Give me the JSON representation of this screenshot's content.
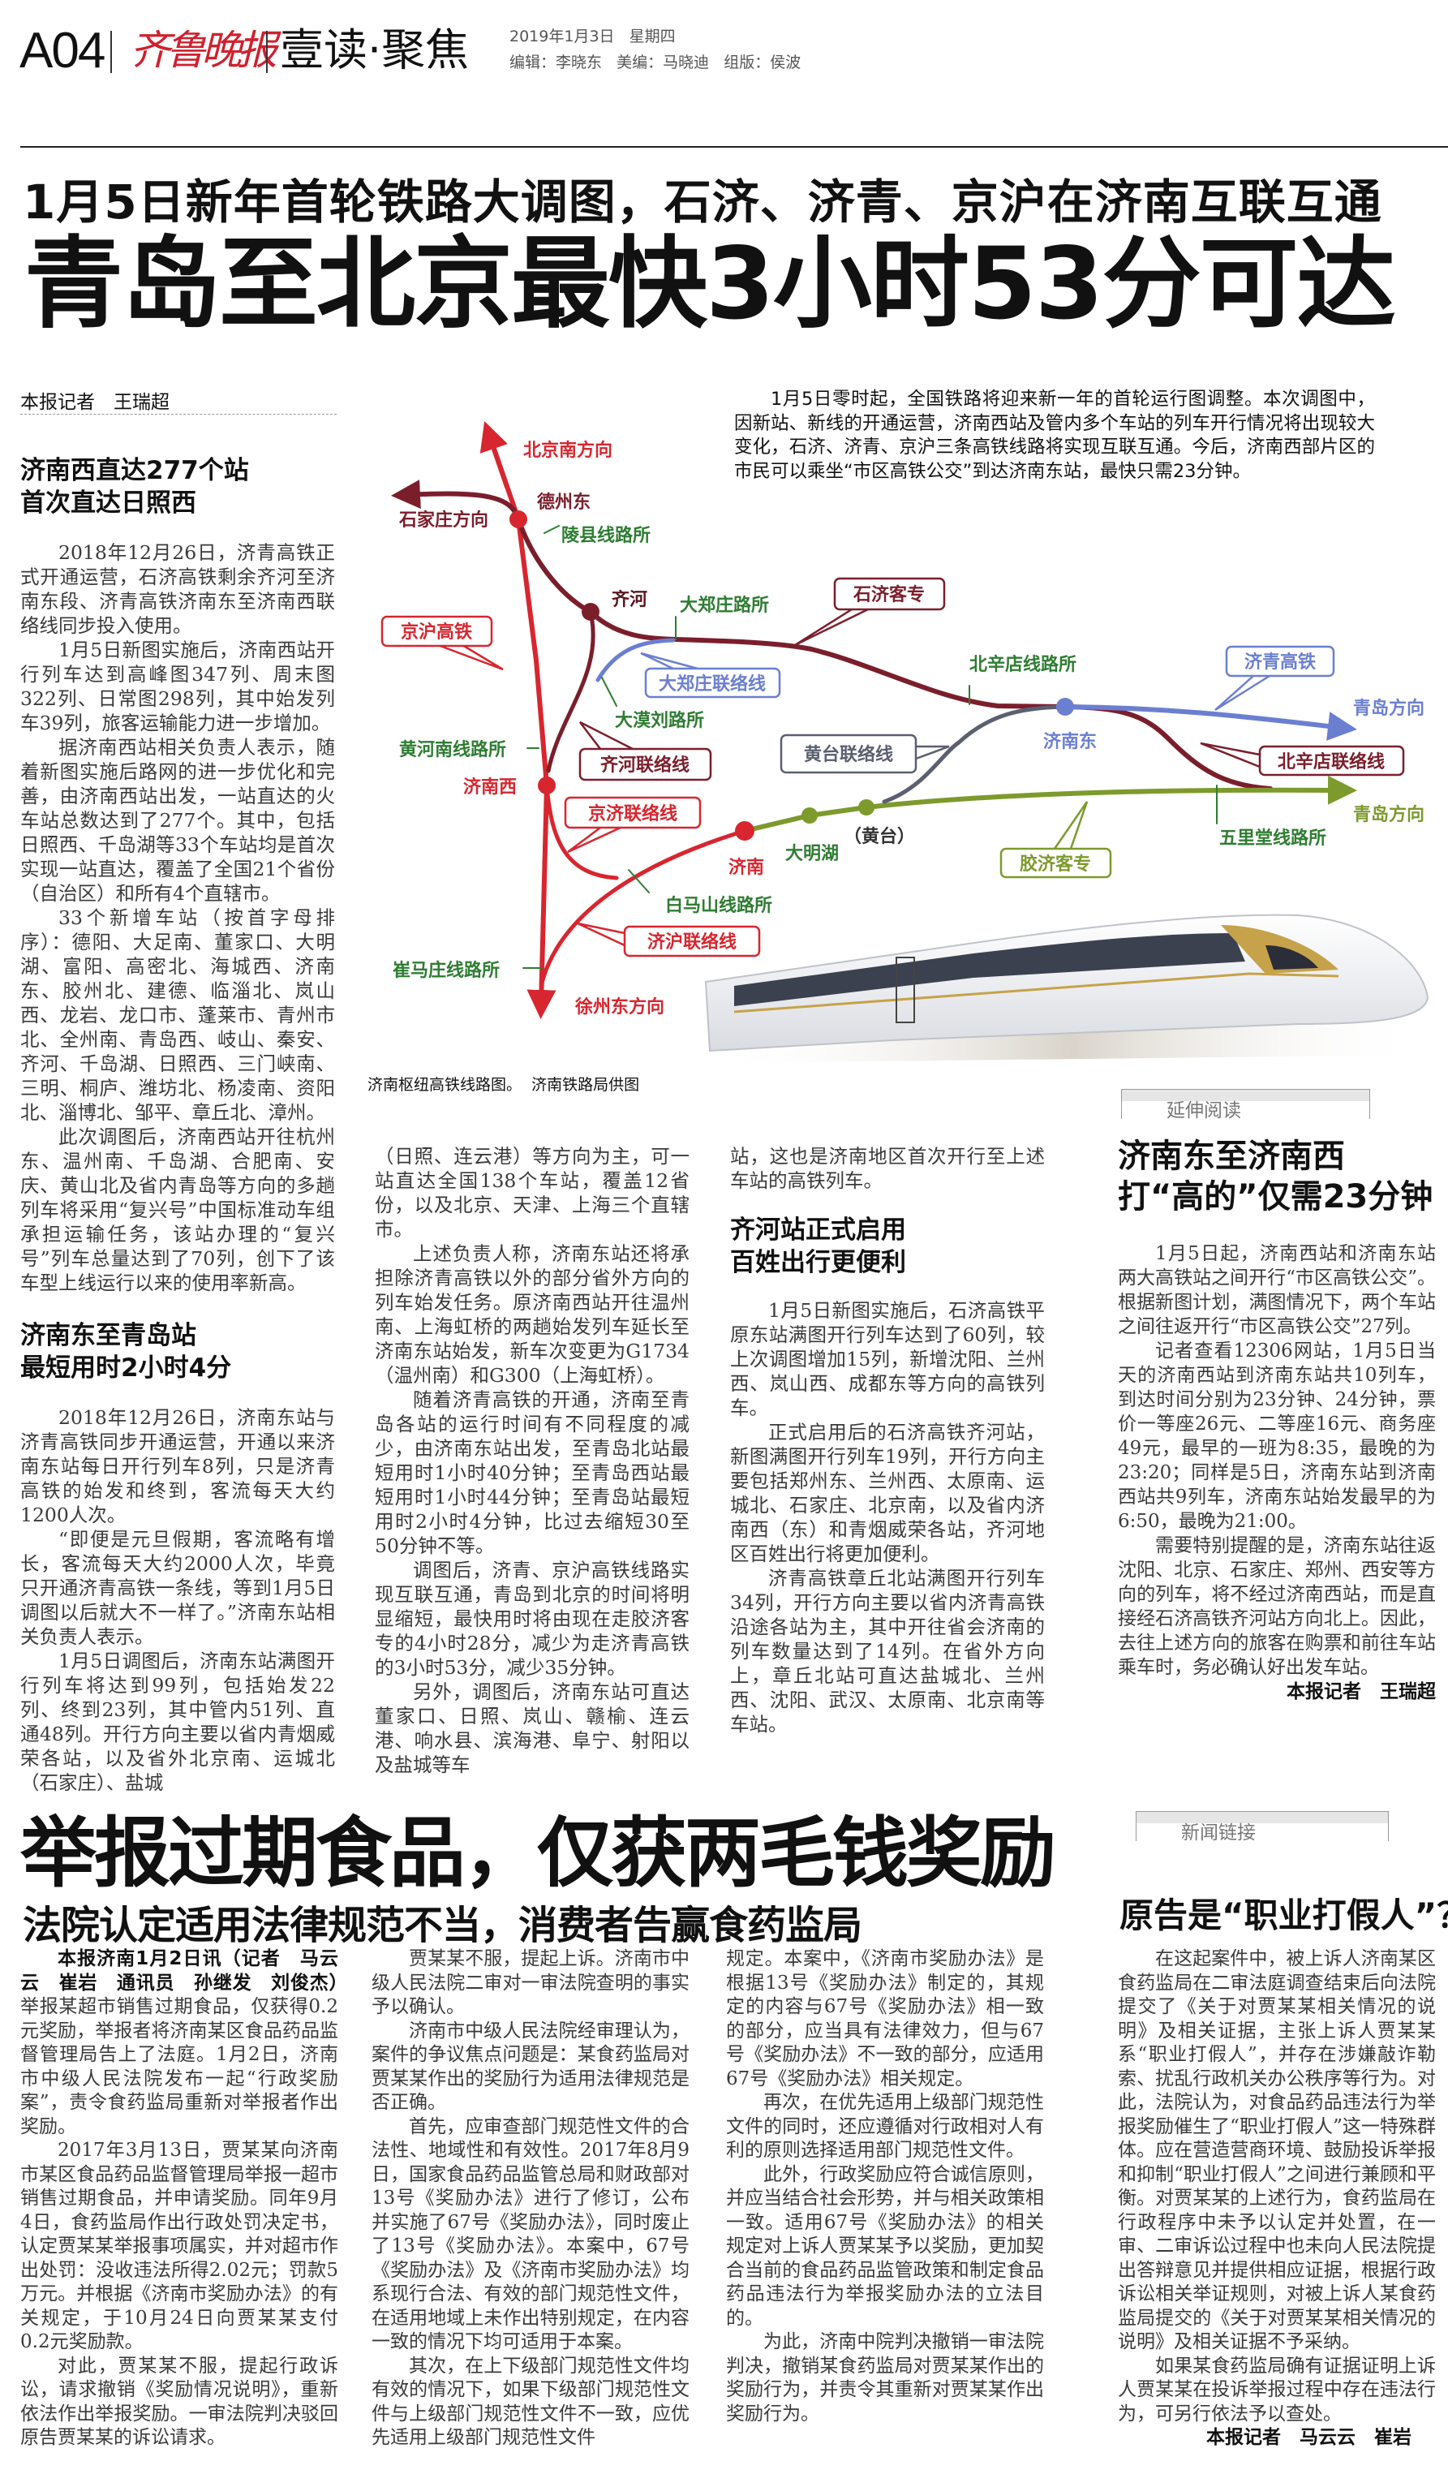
{
  "header": {
    "page_number": "A04",
    "logo": "齐鲁晚报",
    "section": "壹读·聚焦",
    "date": "2019年1月3日   星期四",
    "editors": "编辑：李晓东   美编：马晓迪   组版：侯波"
  },
  "story1": {
    "subheadline": "1月5日新年首轮铁路大调图，石济、济青、京沪在济南互联互通",
    "headline": "青岛至北京最快3小时53分可达",
    "byline": "本报记者　王瑞超",
    "intro": "1月5日零时起，全国铁路将迎来新一年的首轮运行图调整。本次调图中，因新站、新线的开通运营，济南西站及管内多个车站的列车开行情况将出现较大变化，石济、济青、京沪三条高铁线路将实现互联互通。今后，济南西部片区的市民可以乘坐“市区高铁公交”到达济南东站，最快只需23分钟。",
    "map": {
      "caption": "济南枢纽高铁线路图。  济南铁路局供图",
      "labels": {
        "beijingnan": "北京南方向",
        "dezhoudong": "德州东",
        "shijiazhuang": "石家庄方向",
        "lingxian": "陵县线路所",
        "qihe": "齐河",
        "dazhengzhuang": "大郑庄路所",
        "damoliu": "大漠刘路所",
        "huanghenan": "黄河南线路所",
        "jinanxi": "济南西",
        "beixindian": "北辛店线路所",
        "jinandong": "济南东",
        "qingdao1": "青岛方向",
        "qingdao2": "青岛方向",
        "wulitang": "五里堂线路所",
        "daminghu": "大明湖",
        "huangtai": "（黄台）",
        "jinan": "济南",
        "baimashan": "白马山线路所",
        "cuimazhuang": "崔马庄线路所",
        "xuzhoudong": "徐州东方向"
      },
      "callouts": {
        "jinghu": "京沪高铁",
        "shiji": "石济客专",
        "dazhengzhuang_link": "大郑庄联络线",
        "qihe_link": "齐河联络线",
        "huangtai_link": "黄台联络线",
        "jiqing": "济青高铁",
        "beixindian_link": "北辛店联络线",
        "jingji_link": "京济联络线",
        "jiaoji": "胶济客专",
        "jihu_link": "济沪联络线"
      },
      "colors": {
        "red": "#d7262f",
        "darkred": "#7b1e2c",
        "blue": "#6b7fd1",
        "green": "#2e7d32",
        "olive": "#7d9a2c",
        "gray": "#5b5f70"
      }
    },
    "sec1": {
      "heading": [
        "济南西直达277个站",
        "首次直达日照西"
      ],
      "paras": [
        "2018年12月26日，济青高铁正式开通运营，石济高铁剩余齐河至济南东段、济青高铁济南东至济南西联络线同步投入使用。",
        "1月5日新图实施后，济南西站开行列车达到高峰图347列、周末图322列、日常图298列，其中始发列车39列，旅客运输能力进一步增加。",
        "据济南西站相关负责人表示，随着新图实施后路网的进一步优化和完善，由济南西站出发，一站直达的火车站总数达到了277个。其中，包括日照西、千岛湖等33个车站均是首次实现一站直达，覆盖了全国21个省份（自治区）和所有4个直辖市。",
        "33个新增车站（按首字母排序）：德阳、大足南、董家口、大明湖、富阳、高密北、海城西、济南东、胶州北、建德、临淄北、岚山西、龙岩、龙口市、蓬莱市、青州市北、全州南、青岛西、岐山、秦安、齐河、千岛湖、日照西、三门峡南、三明、桐庐、潍坊北、杨凌南、资阳北、淄博北、邹平、章丘北、漳州。",
        "此次调图后，济南西站开往杭州东、温州南、千岛湖、合肥南、安庆、黄山北及省内青岛等方向的多趟列车将采用“复兴号”中国标准动车组承担运输任务，该站办理的“复兴号”列车总量达到了70列，创下了该车型上线运行以来的使用率新高。"
      ]
    },
    "sec2": {
      "heading": [
        "济南东至青岛站",
        "最短用时2小时4分"
      ],
      "paras": [
        "2018年12月26日，济南东站与济青高铁同步开通运营，开通以来济南东站每日开行列车8列，只是济青高铁的始发和终到，客流每天大约1200人次。",
        "“即便是元旦假期，客流略有增长，客流每天大约2000人次，毕竟只开通济青高铁一条线，等到1月5日调图以后就大不一样了。”济南东站相关负责人表示。",
        "1月5日调图后，济南东站满图开行列车将达到99列，包括始发22列、终到23列，其中管内51列、直通48列。开行方向主要以省内青烟威荣各站，以及省外北京南、运城北（石家庄）、盐城",
        "（日照、连云港）等方向为主，可一站直达全国138个车站，覆盖12省份，以及北京、天津、上海三个直辖市。",
        "上述负责人称，济南东站还将承担除济青高铁以外的部分省外方向的列车始发任务。原济南西站开往温州南、上海虹桥的两趟始发列车延长至济南东站始发，新车次变更为G1734（温州南）和G300（上海虹桥）。",
        "随着济青高铁的开通，济南至青岛各站的运行时间有不同程度的减少，由济南东站出发，至青岛北站最短用时1小时40分钟；至青岛西站最短用时1小时44分钟；至青岛站最短用时2小时4分钟，比过去缩短30至50分钟不等。",
        "调图后，济青、京沪高铁线路实现互联互通，青岛到北京的时间将明显缩短，最快用时将由现在走胶济客专的4小时28分，减少为走济青高铁的3小时53分，减少35分钟。",
        "另外，调图后，济南东站可直达董家口、日照、岚山、赣榆、连云港、响水县、滨海港、阜宁、射阳以及盐城等车",
        "站，这也是济南地区首次开行至上述车站的高铁列车。"
      ]
    },
    "sec3": {
      "heading": [
        "齐河站正式启用",
        "百姓出行更便利"
      ],
      "paras": [
        "1月5日新图实施后，石济高铁平原东站满图开行列车达到了60列，较上次调图增加15列，新增沈阳、兰州西、岚山西、成都东等方向的高铁列车。",
        "正式启用后的石济高铁齐河站，新图满图开行列车19列，开行方向主要包括郑州东、兰州西、太原南、运城北、石家庄、北京南，以及省内济南西（东）和青烟威荣各站，齐河地区百姓出行将更加便利。",
        "济青高铁章丘北站满图开行列车34列，开行方向主要以省内济青高铁沿途各站为主，其中开往省会济南的列车数量达到了14列。在省外方向上，章丘北站可直达盐城北、兰州西、沈阳、武汉、太原南、北京南等车站。"
      ]
    },
    "sidebar": {
      "tag": "延伸阅读",
      "heading": [
        "济南东至济南西",
        "打“高的”仅需23分钟"
      ],
      "paras": [
        "1月5日起，济南西站和济南东站两大高铁站之间开行“市区高铁公交”。根据新图计划，满图情况下，两个车站之间往返开行“市区高铁公交”27列。",
        "记者查看12306网站，1月5日当天的济南西站到济南东站共10列车，到达时间分别为23分钟、24分钟，票价一等座26元、二等座16元、商务座49元，最早的一班为8:35，最晚的为23:20；同样是5日，济南东站到济南西站共9列车，济南东站始发最早的为6:50，最晚为21:00。",
        "需要特别提醒的是，济南东站往返沈阳、北京、石家庄、郑州、西安等方向的列车，将不经过济南西站，而是直接经石济高铁齐河站方向北上。因此，去往上述方向的旅客在购票和前往车站乘车时，务必确认好出发车站。"
      ],
      "byline": "本报记者　王瑞超"
    }
  },
  "story2": {
    "headline": "举报过期食品，仅获两毛钱奖励",
    "subheadline": "法院认定适用法律规范不当，消费者告赢食药监局",
    "lead_byline": "本报济南1月2日讯（记者　马云云　崔岩　通讯员　孙继发　刘俊杰）",
    "paras": [
      "举报某超市销售过期食品，仅获得0.2元奖励，举报者将济南某区食品药品监督管理局告上了法庭。1月2日，济南市中级人民法院发布一起“行政奖励案”，责令食药监局重新对举报者作出奖励。",
      "2017年3月13日，贾某某向济南市某区食品药品监督管理局举报一超市销售过期食品，并申请奖励。同年9月4日，食药监局作出行政处罚决定书，认定贾某某举报事项属实，并对超市作出处罚：没收违法所得2.02元；罚款5万元。并根据《济南市奖励办法》的有关规定，于10月24日向贾某某支付0.2元奖励款。",
      "对此，贾某某不服，提起行政诉讼，请求撤销《奖励情况说明》，重新依法作出举报奖励。一审法院判决驳回原告贾某某的诉讼请求。",
      "贾某某不服，提起上诉。济南市中级人民法院二审对一审法院查明的事实予以确认。",
      "济南市中级人民法院经审理认为，案件的争议焦点问题是：某食药监局对贾某某作出的奖励行为适用法律规范是否正确。",
      "首先，应审查部门规范性文件的合法性、地域性和有效性。2017年8月9日，国家食品药品监管总局和财政部对13号《奖励办法》进行了修订，公布并实施了67号《奖励办法》，同时废止了13号《奖励办法》。本案中，67号《奖励办法》及《济南市奖励办法》均系现行合法、有效的部门规范性文件，在适用地域上未作出特别规定，在内容一致的情况下均可适用于本案。",
      "其次，在上下级部门规范性文件均有效的情况下，如果下级部门规范性文件与上级部门规范性文件不一致，应优先适用上级部门规范性文件",
      "规定。本案中，《济南市奖励办法》是根据13号《奖励办法》制定的，其规定的内容与67号《奖励办法》相一致的部分，应当具有法律效力，但与67号《奖励办法》不一致的部分，应适用67号《奖励办法》相关规定。",
      "再次，在优先适用上级部门规范性文件的同时，还应遵循对行政相对人有利的原则选择适用部门规范性文件。",
      "此外，行政奖励应符合诚信原则，并应当结合社会形势，并与相关政策相一致。适用67号《奖励办法》的相关规定对上诉人贾某某予以奖励，更加契合当前的食品药品监管政策和制定食品药品违法行为举报奖励办法的立法目的。",
      "为此，济南中院判决撤销一审法院判决，撤销某食药监局对贾某某作出的奖励行为，并责令其重新对贾某某作出奖励行为。"
    ],
    "sidebar": {
      "tag": "新闻链接",
      "heading": "原告是“职业打假人”？",
      "paras": [
        "在这起案件中，被上诉人济南某区食药监局在二审法庭调查结束后向法院提交了《关于对贾某某相关情况的说明》及相关证据，主张上诉人贾某某系“职业打假人”，并存在涉嫌敲诈勒索、扰乱行政机关办公秩序等行为。对此，法院认为，对食品药品违法行为举报奖励催生了“职业打假人”这一特殊群体。应在营造营商环境、鼓励投诉举报和抑制“职业打假人”之间进行兼顾和平衡。对贾某某的上述行为，食药监局在行政程序中未予以认定并处置，在一审、二审诉讼过程中也未向人民法院提出答辩意见并提供相应证据，根据行政诉讼相关举证规则，对被上诉人某食药监局提交的《关于对贾某某相关情况的说明》及相关证据不予采纳。",
        "如果某食药监局确有证据证明上诉人贾某某在投诉举报过程中存在违法行为，可另行依法予以查处。"
      ],
      "byline": "本报记者　马云云　崔岩"
    }
  }
}
